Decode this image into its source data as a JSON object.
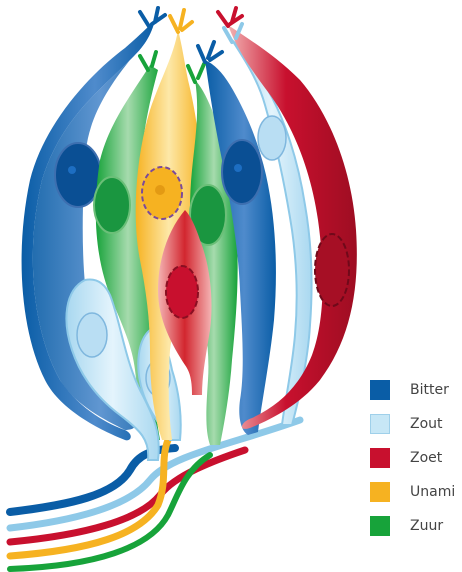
{
  "legend": {
    "items": [
      {
        "label": "Bitter",
        "color": "#0a5da6",
        "icon": "bitter-swatch"
      },
      {
        "label": "Zout",
        "color": "#c7e7f6",
        "icon": "zout-swatch"
      },
      {
        "label": "Zoet",
        "color": "#c8102e",
        "icon": "zoet-swatch"
      },
      {
        "label": "Unami",
        "color": "#f6b221",
        "icon": "unami-swatch"
      },
      {
        "label": "Zuur",
        "color": "#17a33a",
        "icon": "zuur-swatch"
      }
    ]
  },
  "colors": {
    "bitter": "#0a5da6",
    "bitter_light": "#6fa0d4",
    "zout": "#c7e7f6",
    "zout_edge": "#8ec9e8",
    "zoet": "#c8102e",
    "zoet_light": "#f0a9a9",
    "unami": "#f6b221",
    "unami_light": "#fde6a0",
    "zuur": "#17a33a",
    "zuur_light": "#9fd6a6",
    "nucleus_line": "#7b4a9a"
  }
}
